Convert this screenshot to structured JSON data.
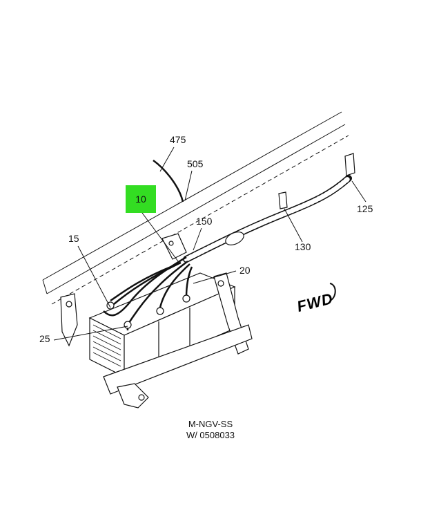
{
  "diagram": {
    "callouts": {
      "c475": "475",
      "c505": "505",
      "c10": "10",
      "c150": "150",
      "c15": "15",
      "c20": "20",
      "c25": "25",
      "c125": "125",
      "c130": "130"
    },
    "highlighted_callout": "10",
    "direction_marker": "FWD",
    "caption": {
      "line1": "M-NGV-SS",
      "line2": "W/ 0508033"
    },
    "colors": {
      "highlight": "#33dd22",
      "line": "#111111",
      "background": "#ffffff"
    }
  }
}
